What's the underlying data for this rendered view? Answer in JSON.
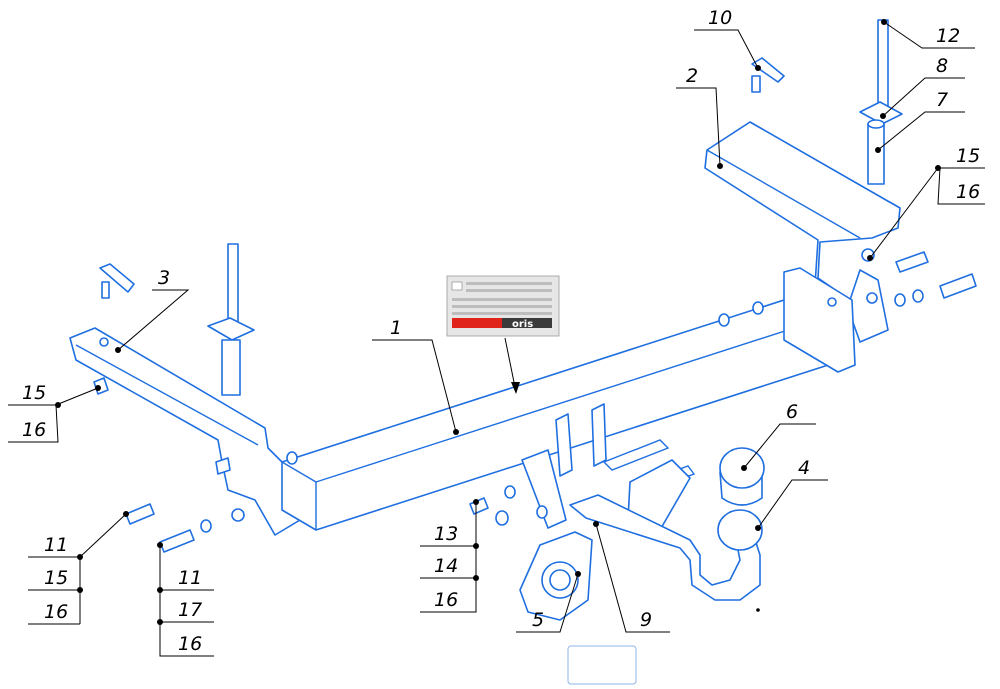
{
  "callouts": {
    "c1": "1",
    "c2": "2",
    "c3": "3",
    "c4": "4",
    "c5": "5",
    "c6": "6",
    "c7": "7",
    "c8": "8",
    "c9": "9",
    "c10": "10",
    "c12": "12",
    "c15_right": "15",
    "c16_right": "16",
    "c15_left": "15",
    "c16_left": "16",
    "c11_a": "11",
    "c15_a": "15",
    "c16_a": "16",
    "c11_b": "11",
    "c17_b": "17",
    "c16_b": "16",
    "c13": "13",
    "c14": "14",
    "c16_c": "16"
  },
  "plate": {
    "brand": "oris"
  },
  "colors": {
    "part_stroke": "#1f6fe0",
    "leader": "#000000",
    "brand_red": "#e0241c",
    "brand_dark": "#3a3a3a"
  }
}
